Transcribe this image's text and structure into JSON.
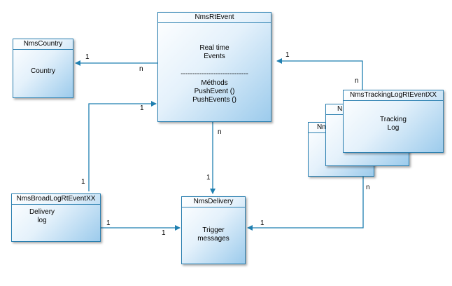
{
  "entities": {
    "country": {
      "title": "NmsCountry",
      "lines": [
        "Country"
      ]
    },
    "rt_event": {
      "title": "NmsRtEvent",
      "lines": [
        "Real time",
        "Events",
        "",
        "",
        "-----------------------------",
        "Méthods",
        "PushEvent ()",
        "PushEvents ()"
      ]
    },
    "tracking_back2": {
      "title": "Nm"
    },
    "tracking_back1": {
      "title": "Nm"
    },
    "tracking": {
      "title": "NmsTrackingLogRtEventXX",
      "lines": [
        "Tracking",
        "Log"
      ]
    },
    "broad": {
      "title": "NmsBroadLogRtEventXX",
      "lines": [
        "Delivery",
        "log"
      ]
    },
    "delivery": {
      "title": "NmsDelivery",
      "lines": [
        "Trigger",
        "messages"
      ]
    }
  },
  "multiplicities": {
    "country_one": "1",
    "country_n": "n",
    "tracking_one": "1",
    "tracking_n": "n",
    "broad_top_one": "1",
    "broad_bottom_one": "1",
    "rtevent_delivery_n": "n",
    "rtevent_delivery_one": "1",
    "broad_delivery_one": "1",
    "broad_delivery_one_b": "1",
    "tracking_delivery_n": "n",
    "tracking_delivery_one": "1"
  },
  "colors": {
    "line": "#1f7fb0",
    "border": "#2a7fb0"
  }
}
